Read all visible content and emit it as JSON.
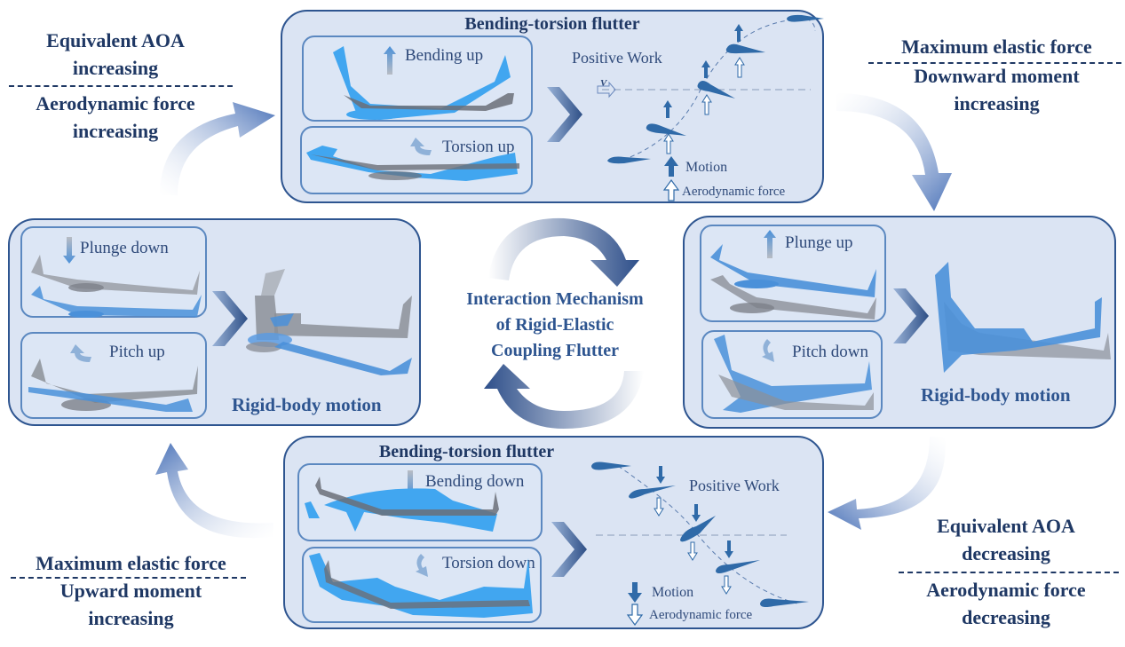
{
  "colors": {
    "panel_fill": "#dbe4f3",
    "panel_border": "#2e5590",
    "title_text": "#1f3864",
    "accent_blue": "#4a90e2",
    "airfoil_blue": "#2f6aa8"
  },
  "top_panel": {
    "title": "Bending-torsion flutter",
    "sub1_label": "Bending up",
    "sub2_label": "Torsion up",
    "positive_work": "Positive Work",
    "velocity_symbol": "V",
    "legend_motion": "Motion",
    "legend_aero": "Aerodynamic force"
  },
  "bottom_panel": {
    "title": "Bending-torsion flutter",
    "sub1_label": "Bending down",
    "sub2_label": "Torsion down",
    "positive_work": "Positive Work",
    "legend_motion": "Motion",
    "legend_aero": "Aerodynamic force"
  },
  "left_panel": {
    "sub1_label": "Plunge down",
    "sub2_label": "Pitch up",
    "caption": "Rigid-body motion"
  },
  "right_panel": {
    "sub1_label": "Plunge up",
    "sub2_label": "Pitch down",
    "caption": "Rigid-body motion"
  },
  "center": {
    "line1": "Interaction Mechanism",
    "line2": "of Rigid-Elastic",
    "line3": "Coupling Flutter"
  },
  "annotations": {
    "top_left": {
      "upper1": "Equivalent AOA",
      "upper2": "increasing",
      "lower1": "Aerodynamic force",
      "lower2": "increasing"
    },
    "top_right": {
      "upper1": "Maximum elastic force",
      "lower1": "Downward moment",
      "lower2": "increasing"
    },
    "bottom_left": {
      "upper1": "Maximum elastic force",
      "lower1": "Upward moment",
      "lower2": "increasing"
    },
    "bottom_right": {
      "upper1": "Equivalent AOA",
      "upper2": "decreasing",
      "lower1": "Aerodynamic force",
      "lower2": "decreasing"
    }
  }
}
